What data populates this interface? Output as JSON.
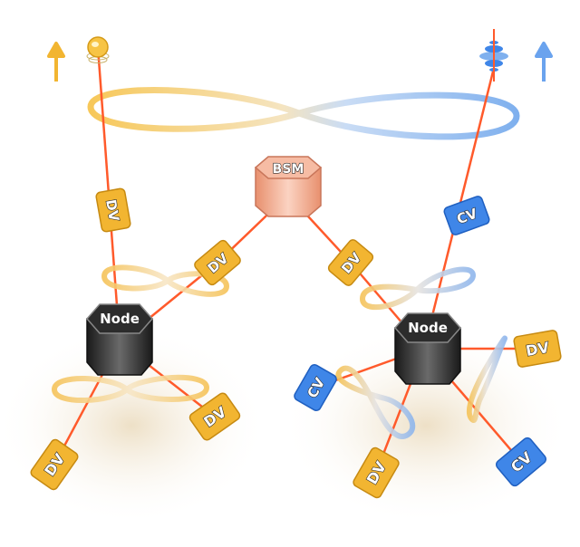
{
  "labels": {
    "bsm": "BSM",
    "node": "Node",
    "dv": "DV",
    "cv": "CV"
  },
  "colors": {
    "dv": "#f2b531",
    "cv": "#3f86e8",
    "node": "#2b2b2b",
    "bsm": "#f1a98b",
    "link": "#ff5a2b",
    "warm_loop": "#f6cf72",
    "cool_loop": "#8fb8ee"
  },
  "icons": {
    "left_arrow": "up-arrow-icon",
    "left_photon": "photon-sphere-icon",
    "right_arrow": "up-arrow-icon",
    "right_photon": "wave-packet-icon"
  }
}
